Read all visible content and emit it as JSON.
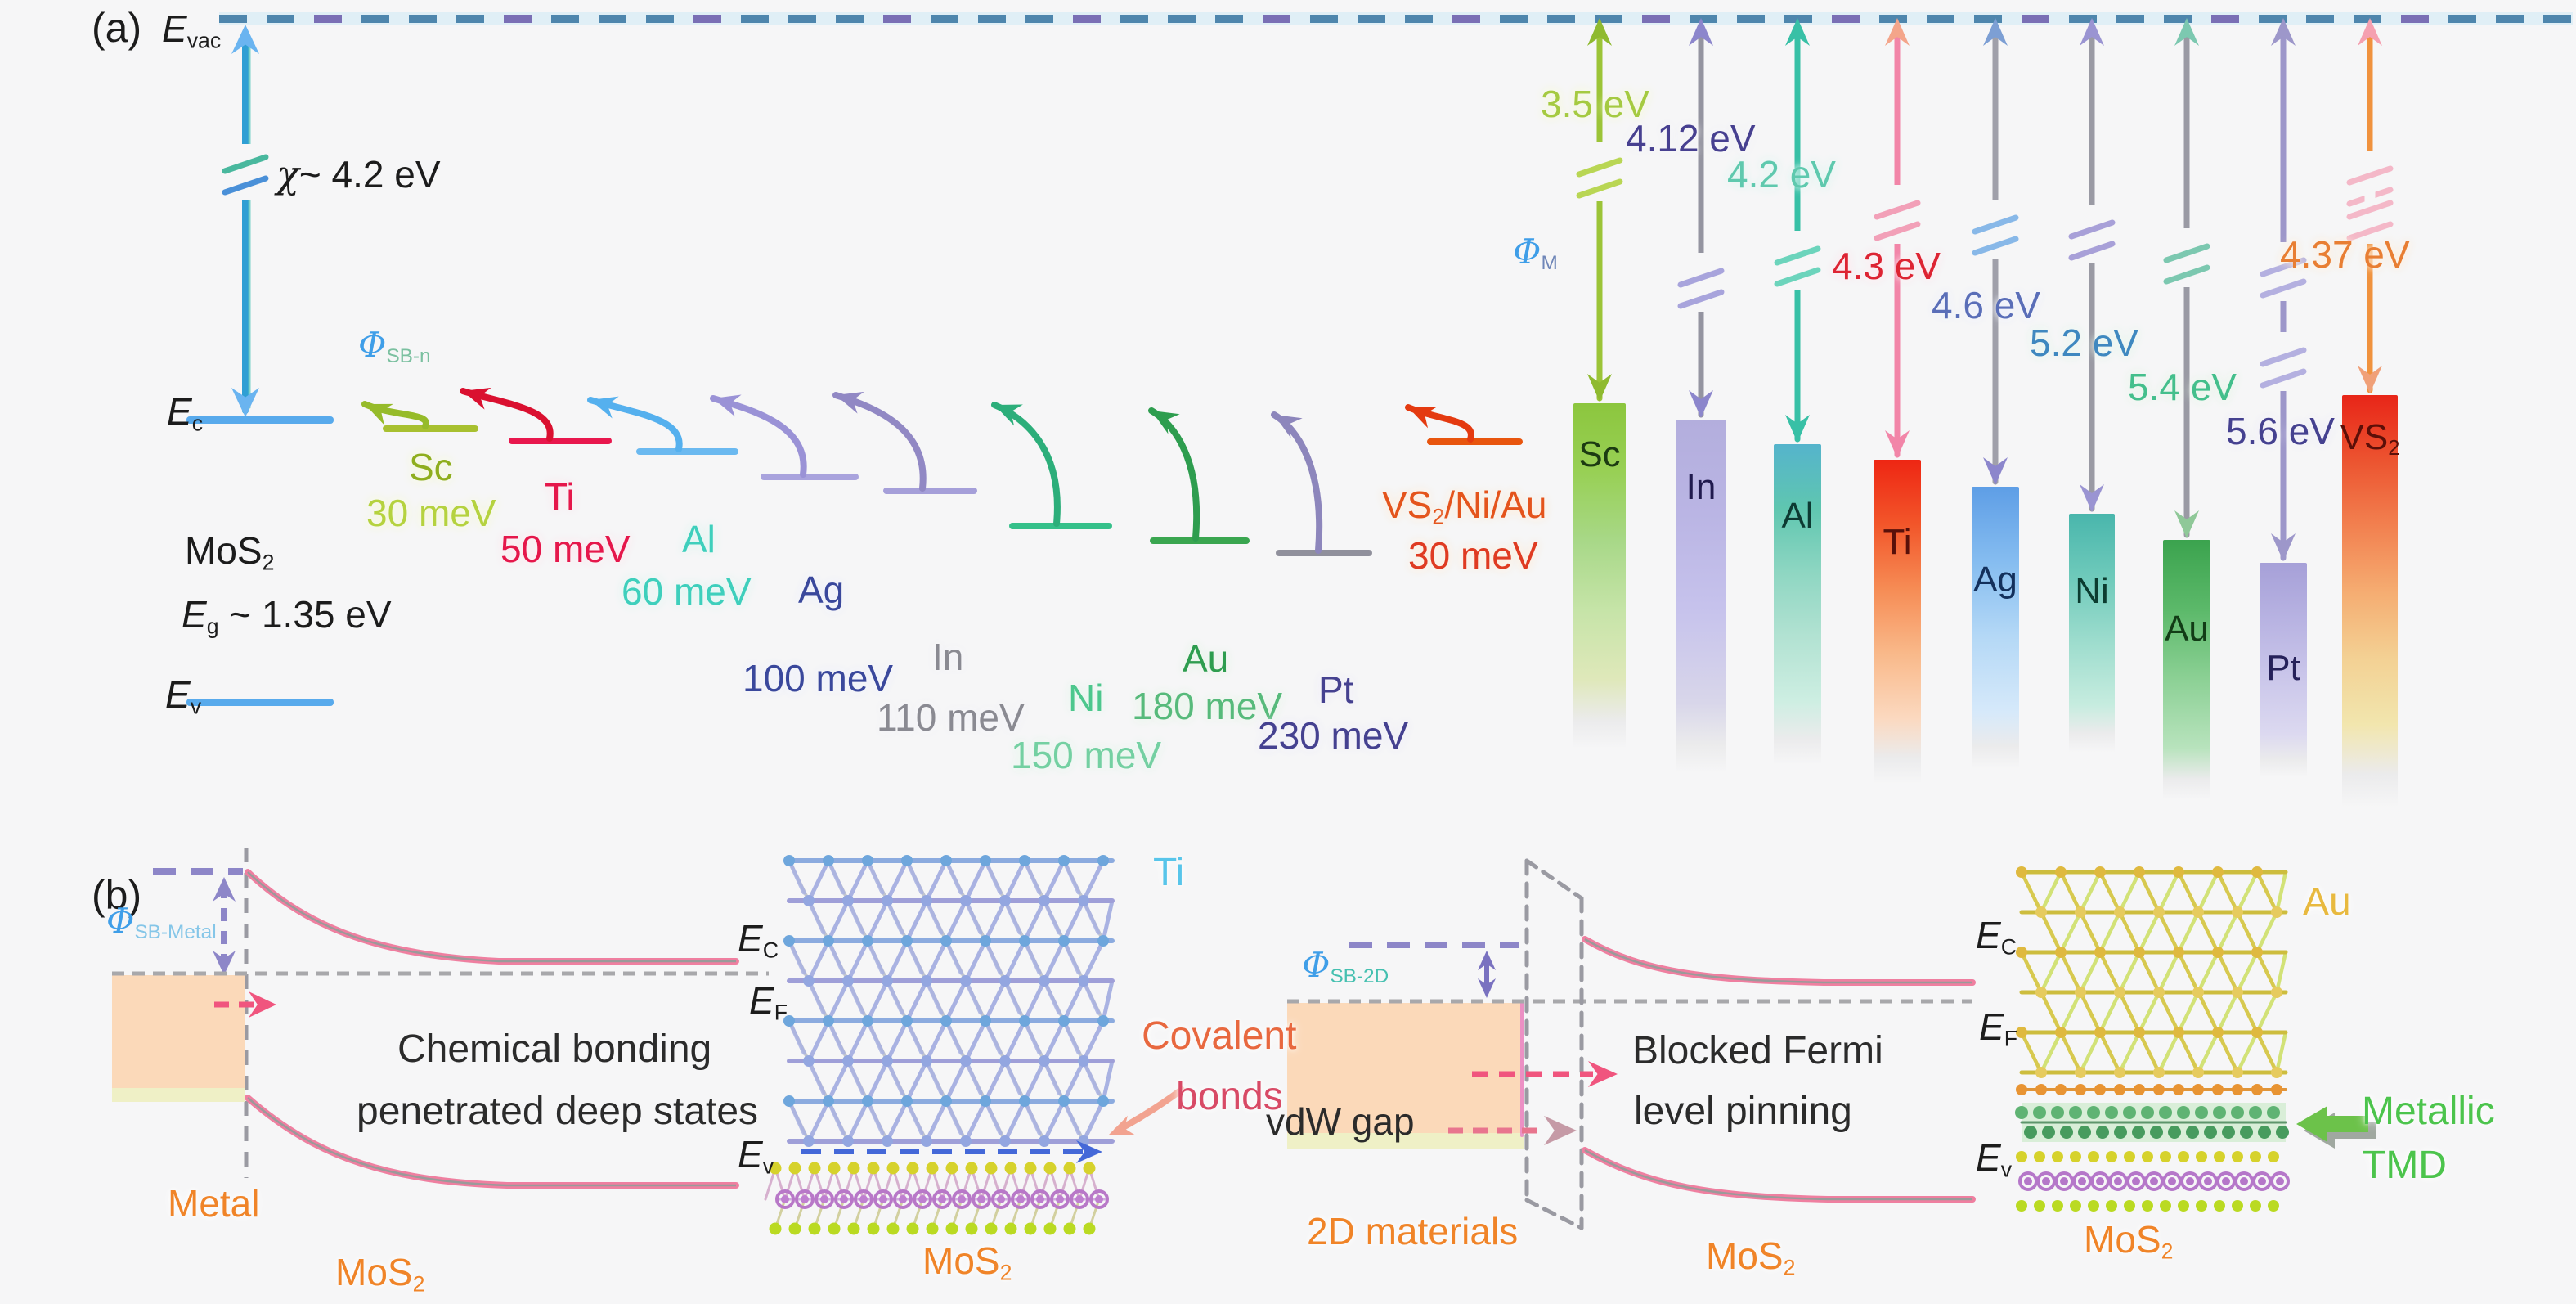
{
  "fig": {
    "panel_a": {
      "tag": "(a)",
      "evac_symbol": "E",
      "evac_sub": "vac",
      "chi_symbol": "χ",
      "chi_value": "~ 4.2 eV",
      "phi_sbn_symbol": "Φ",
      "phi_sbn_sub": "SB-n",
      "phi_m_symbol": "Φ",
      "phi_m_sub": "M",
      "mos2": "MoS",
      "mos2_sub": "2",
      "eg_symbol": "E",
      "eg_sub": "g",
      "eg_value": " ~ 1.35 eV",
      "ec_symbol": "E",
      "ec_sub": "c",
      "ev_symbol": "E",
      "ev_sub": "v",
      "colors": {
        "text": "#1c1c1c",
        "phi": "#3f9ee8",
        "phi_sbn_sub": "#7bc0a0",
        "phi_m_sub": "#6f86b8",
        "band": "#58aaec",
        "vacuum_dash": "#4e86ad",
        "vacuum_dash_alt": "#7a6fb5",
        "chi_arrow": "#2f9fd4",
        "chi_break1": "#49b89e",
        "chi_break2": "#4a90d8"
      },
      "metals": [
        {
          "id": "sc",
          "name": "Sc",
          "sbh": "30 meV",
          "wf": "3.5 eV",
          "colors": {
            "name": "#8fae1e",
            "sbh": "#b5d23f",
            "wf": "#a5ca41",
            "level": "#a8c030",
            "curve": "#96bb2a",
            "shaft": "#9cc438",
            "head_top": "#8fba30",
            "head_bottom": "#8fba30",
            "brk": "#b9d654",
            "bar_label": "#1c3b12",
            "halo": "#f0f6c0",
            "bar": [
              "#8cc63e",
              "#98d055",
              "#a8d888",
              "#c6e4a8",
              "#dfe8ba"
            ]
          }
        },
        {
          "id": "ti",
          "name": "Ti",
          "sbh": "50 meV",
          "wf": "4.3 eV",
          "colors": {
            "name": "#e5174b",
            "sbh": "#e5174b",
            "wf": "#dd2433",
            "level": "#e8174d",
            "curve": "#da1030",
            "shaft": "#f285a8",
            "head_top": "#f4a58a",
            "head_bottom": "#f285a8",
            "brk": "#f2a0b8",
            "bar_label": "#58100a",
            "halo": "#ffd9e4",
            "bar": [
              "#ee2613",
              "#f2562a",
              "#f68c55",
              "#f9b98a",
              "#fbd9c0"
            ]
          }
        },
        {
          "id": "al",
          "name": "Al",
          "sbh": "60 meV",
          "wf": "4.2 eV",
          "colors": {
            "name": "#3ecfbc",
            "sbh": "#3ecfbc",
            "wf": "#5fc9ae",
            "level": "#6bb9f0",
            "curve": "#55b0ee",
            "shaft": "#38c0a6",
            "head_top": "#38c0a6",
            "head_bottom": "#38c0a6",
            "brk": "#6cd4bc",
            "bar_label": "#0d3a33",
            "halo": "#ccf2ea",
            "bar": [
              "#55b4cc",
              "#5fc6b0",
              "#8ed6c2",
              "#b2e2d2",
              "#cdeee2"
            ]
          }
        },
        {
          "id": "ag",
          "name": "Ag",
          "sbh": "100 meV",
          "wf": "4.6 eV",
          "colors": {
            "name": "#3a489c",
            "sbh": "#3a489c",
            "wf": "#5a6eb8",
            "level": "#a9a3dd",
            "curve": "#9a92d6",
            "shaft": "#a0a0aa",
            "head_top": "#7d9fd4",
            "head_bottom": "#8c86cc",
            "brk": "#88b8e8",
            "bar_label": "#13305c",
            "halo": "#e4e8fa",
            "bar": [
              "#5e9ee6",
              "#86bdf0",
              "#b4d8f6",
              "#d6e9fa"
            ]
          }
        },
        {
          "id": "in",
          "name": "In",
          "sbh": "110 meV",
          "wf": "4.12 eV",
          "colors": {
            "name": "#8a8a92",
            "sbh": "#8a8a92",
            "wf": "#474090",
            "level": "#a59fd9",
            "curve": "#9188c4",
            "shaft": "#9494a0",
            "head_top": "#8c86cc",
            "head_bottom": "#8c86cc",
            "brk": "#a8a4dc",
            "bar_label": "#201a4e",
            "halo": "#ececf4",
            "bar": [
              "#b3aedd",
              "#bab5e4",
              "#c6c2ec",
              "#d8d6ea"
            ]
          }
        },
        {
          "id": "ni",
          "name": "Ni",
          "sbh": "150 meV",
          "wf": "5.2 eV",
          "colors": {
            "name": "#4dc78d",
            "sbh": "#74d0a2",
            "wf": "#3f88c0",
            "level": "#35c08a",
            "curve": "#2cae7a",
            "shaft": "#9a9aa4",
            "head_top": "#9a94d2",
            "head_bottom": "#9a94d2",
            "brk": "#a8a0d8",
            "bar_label": "#0c3c30",
            "halo": "#d6f2e2",
            "bar": [
              "#49b6ac",
              "#6fcabb",
              "#9cdccd",
              "#c6ecdf"
            ]
          }
        },
        {
          "id": "au",
          "name": "Au",
          "sbh": "180 meV",
          "wf": "5.4 eV",
          "colors": {
            "name": "#2e9d4f",
            "sbh": "#57ba7b",
            "wf": "#44bf8c",
            "level": "#3aa650",
            "curve": "#2e9d4f",
            "shaft": "#9a9aa4",
            "head_top": "#7cc8b0",
            "head_bottom": "#8fc898",
            "brk": "#7cc8b0",
            "bar_label": "#123c16",
            "halo": "#d8f0da",
            "bar": [
              "#3ba34e",
              "#5cb96a",
              "#8bd094",
              "#b8e3bd"
            ]
          }
        },
        {
          "id": "pt",
          "name": "Pt",
          "sbh": "230 meV",
          "wf": "5.6 eV",
          "colors": {
            "name": "#454190",
            "sbh": "#454190",
            "wf": "#454190",
            "level": "#90909c",
            "curve": "#8d86bc",
            "shaft": "#9d97ca",
            "head_top": "#9d97ca",
            "head_bottom": "#9d97ca",
            "brk": "#b4b0e0",
            "bar_label": "#26215a",
            "halo": "#e6e4f6",
            "bar": [
              "#a6a0d8",
              "#b8b3e2",
              "#cac6ea",
              "#dcd9f0"
            ]
          }
        },
        {
          "id": "vs2",
          "name": "VS",
          "name_sub": "2",
          "name_suffix": "/Ni/Au",
          "sbh": "30 meV",
          "wf": "4.37 eV",
          "colors": {
            "name": "#e4541c",
            "sbh": "#df3b22",
            "wf": "#e87e33",
            "level": "#e8550e",
            "curve": "#e43a10",
            "shaft": "#f0923e",
            "head_top": "#f5a0b0",
            "head_bottom": "#f0a078",
            "brk": "#f4b8c8",
            "bar_label": "#5c0f08",
            "halo": "#ffe2c2",
            "bar": [
              "#e82518",
              "#ec5430",
              "#f28150",
              "#f5ad72",
              "#f3d194",
              "#f2e6ae"
            ]
          }
        }
      ]
    },
    "panel_b": {
      "tag": "(b)",
      "left": {
        "phi_symbol": "Φ",
        "phi_sub": "SB-Metal",
        "ec_symbol": "E",
        "ec_sub": "C",
        "ef_symbol": "E",
        "ef_sub": "F",
        "ev_symbol": "E",
        "ev_sub": "v",
        "caption1": "Chemical bonding",
        "caption2": "penetrated deep states",
        "region": "Metal",
        "mos2": "MoS",
        "mos2_sub": "2",
        "lattice": "Ti",
        "bond1": "Covalent",
        "bond2": "bonds",
        "mos2_mid": "MoS",
        "mos2_mid_sub": "2",
        "colors": {
          "phi_sub": "#85c6e8",
          "region": "#f08428",
          "lattice": "#58c5ea",
          "bond1": "#e8683f",
          "bond2": "#d84a66",
          "fill": "#fbd9b9",
          "fill_strip": "#eff0c6",
          "pin_arrow": "#f0557e",
          "interface_arrow": "#4468d8",
          "dash_purple": "#8d86c8",
          "curve": "#ef7fa0",
          "caption": "#2b2b2b"
        }
      },
      "right": {
        "phi_symbol": "Φ",
        "phi_sub": "SB-2D",
        "ec_symbol": "E",
        "ec_sub": "C",
        "ef_symbol": "E",
        "ef_sub": "F",
        "ev_symbol": "E",
        "ev_sub": "v",
        "caption1": "Blocked Fermi",
        "caption2": "level pinning",
        "gap": "vdW gap",
        "region": "2D materials",
        "mos2": "MoS",
        "mos2_sub": "2",
        "lattice": "Au",
        "tmd1": "Metallic",
        "tmd2": "TMD",
        "colors": {
          "phi_sub": "#45c0b0",
          "region": "#f08428",
          "lattice": "#e8b93f",
          "tmd": "#4cc44c",
          "fill": "#fbd9b9",
          "fill_strip": "#eff0c6",
          "pin_arrow": "#f0557e",
          "dash_purple": "#8d86c8",
          "curve": "#ef7fa0",
          "caption": "#2b2b2b",
          "gap_text": "#2b2b2b"
        }
      }
    }
  }
}
